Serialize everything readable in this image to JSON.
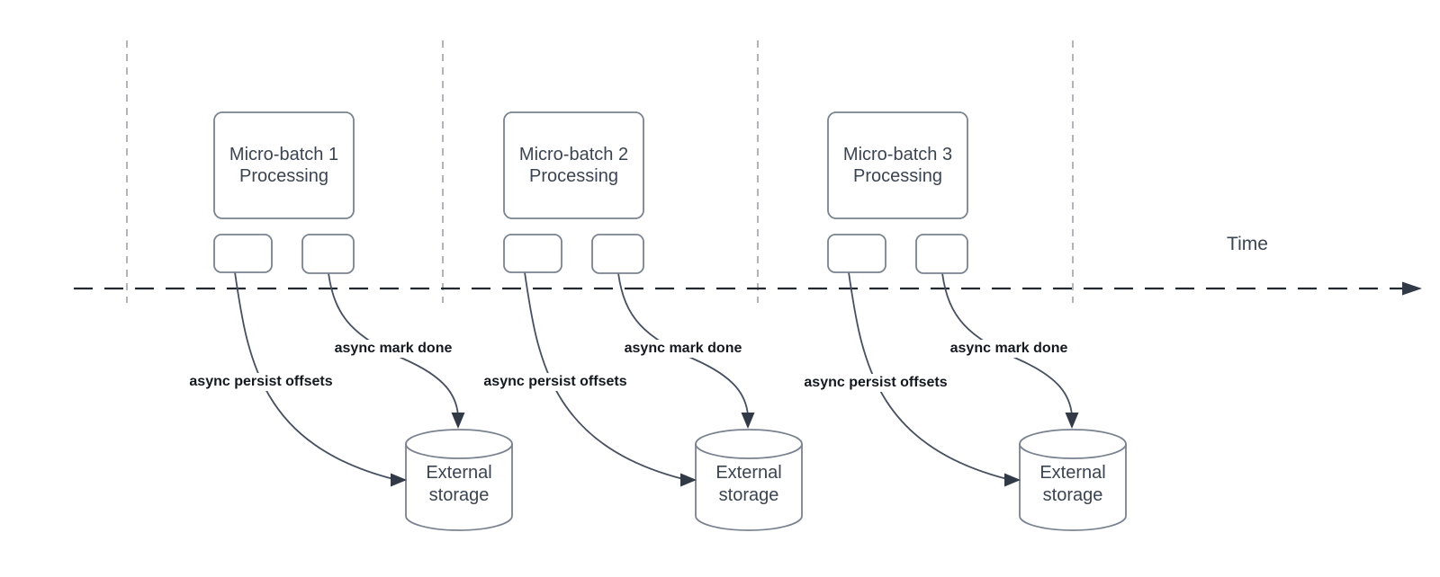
{
  "diagram": {
    "time_label": "Time",
    "clusters": [
      {
        "title": "Micro-batch 1",
        "subtitle": "Processing",
        "persist_label": "async persist offsets",
        "mark_done_label": "async mark done",
        "storage_line1": "External",
        "storage_line2": "storage"
      },
      {
        "title": "Micro-batch 2",
        "subtitle": "Processing",
        "persist_label": "async persist offsets",
        "mark_done_label": "async mark done",
        "storage_line1": "External",
        "storage_line2": "storage"
      },
      {
        "title": "Micro-batch 3",
        "subtitle": "Processing",
        "persist_label": "async persist offsets",
        "mark_done_label": "async mark done",
        "storage_line1": "External",
        "storage_line2": "storage"
      }
    ],
    "colors": {
      "flow_line": "#475060",
      "arrowhead": "#333a47",
      "axis_line": "#23282e",
      "shape_border": "#7a8290",
      "shape_text": "#3b4450",
      "async_label_text": "#14181f",
      "guide_line": "#b1b4b9",
      "background": "#ffffff"
    }
  }
}
